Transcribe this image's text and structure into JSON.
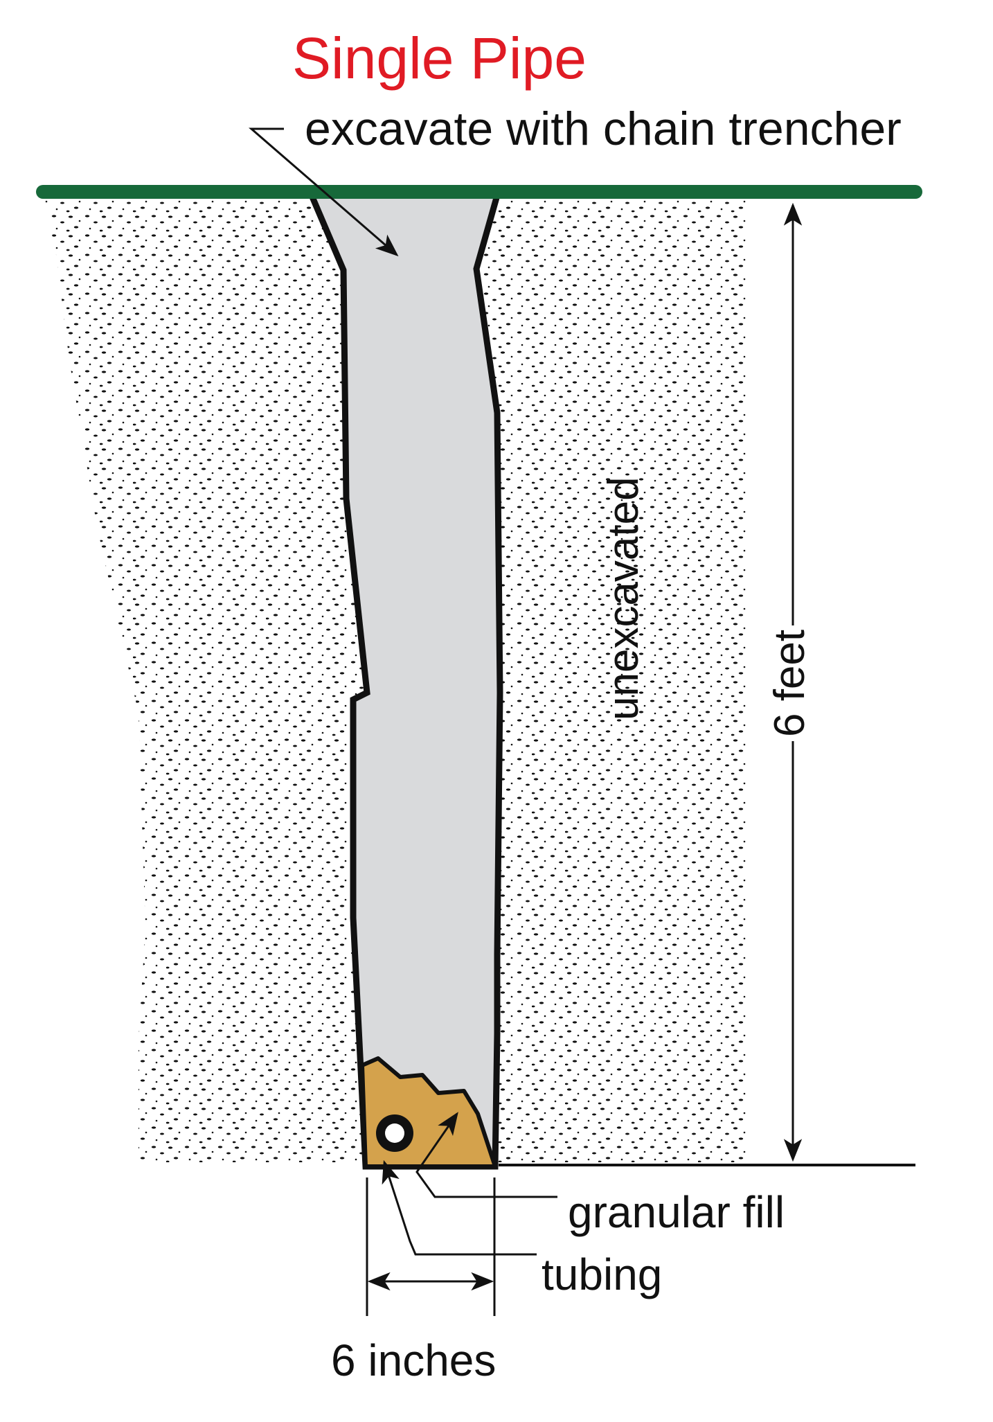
{
  "diagram": {
    "title": "Single Pipe",
    "colors": {
      "title": "#e01b24",
      "ground_line": "#17693a",
      "trench_fill": "#d9dadc",
      "granular_fill": "#d4a24c",
      "outline": "#111111",
      "stipple": "#111111"
    },
    "labels": {
      "excavate": "excavate with chain trencher",
      "unexcavated": "unexcavated",
      "depth": "6 feet",
      "granular_fill": "granular fill",
      "tubing": "tubing",
      "width": "6 inches"
    },
    "dimensions": {
      "trench_depth": "6 feet",
      "trench_width": "6 inches"
    }
  }
}
